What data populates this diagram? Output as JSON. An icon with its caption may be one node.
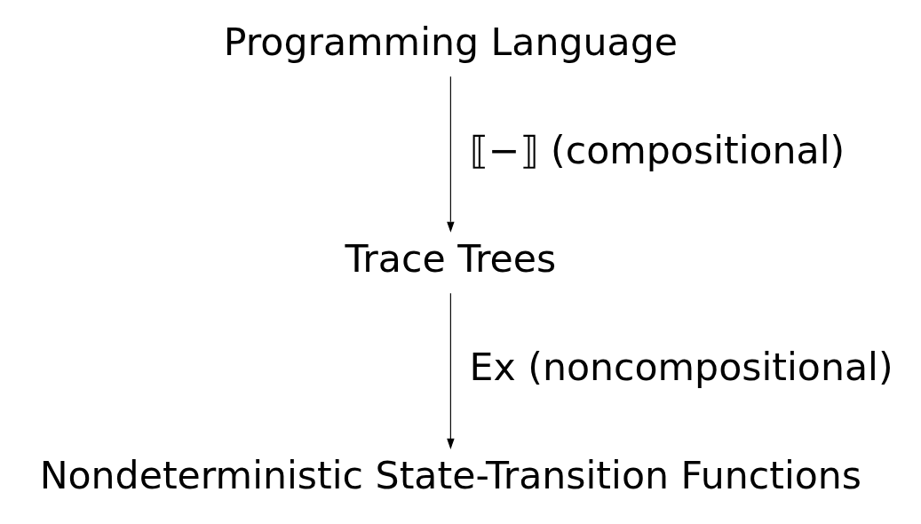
{
  "diagram": {
    "nodes": [
      {
        "text": [
          "Programming Language"
        ]
      },
      {
        "text": [
          "Trace Trees"
        ]
      },
      {
        "text": [
          "Nondeterministic State-Transition Functions"
        ]
      }
    ],
    "edges": [
      {
        "from": 0,
        "to": 1,
        "arrow": "to",
        "label": "⟦−⟧ (compositional)"
      },
      {
        "from": 1,
        "to": 2,
        "arrow": "to",
        "label": "Ex (noncompositional)"
      }
    ]
  }
}
